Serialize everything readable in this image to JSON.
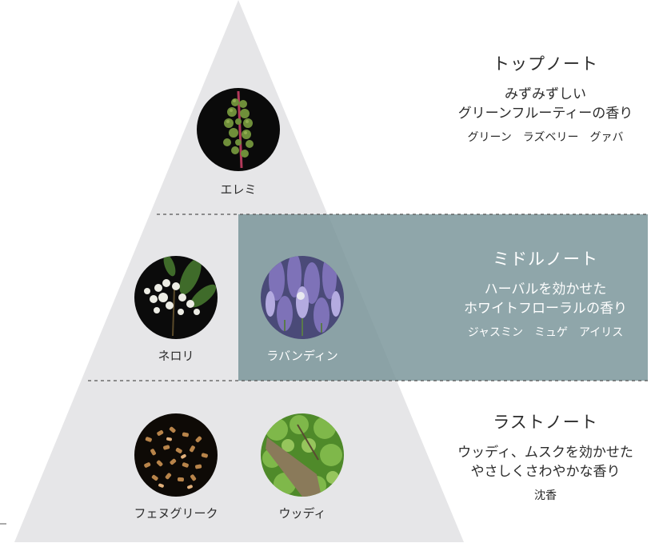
{
  "top_note": {
    "title": "トップノート",
    "desc_line1": "みずみずしい",
    "desc_line2": "グリーンフルーティーの香り",
    "keywords": "グリーン　ラズベリー　グァバ",
    "ingredient": "エレミ"
  },
  "middle_note": {
    "title": "ミドルノート",
    "desc_line1": "ハーバルを効かせた",
    "desc_line2": "ホワイトフローラルの香り",
    "keywords": "ジャスミン　ミュゲ　アイリス",
    "ingredients": [
      "ネロリ",
      "ラバンディン"
    ]
  },
  "base_note": {
    "title": "ラストノート",
    "desc_line1": "ウッディ、ムスクを効かせた",
    "desc_line2": "やさしくさわやかな香り",
    "keywords": "沈香",
    "ingredients": [
      "フェヌグリーク",
      "ウッディ"
    ]
  },
  "colors": {
    "pyramid": "#e6e6e8",
    "highlight_band": "#8fa6aa",
    "text": "#2b2b2b",
    "divider": "#555555"
  },
  "icons": {
    "elemi": "elemi-berries-icon",
    "neroli": "neroli-blossom-icon",
    "lavandin": "lavandin-flower-icon",
    "fenugreek": "fenugreek-seeds-icon",
    "woody": "woody-foliage-icon"
  }
}
